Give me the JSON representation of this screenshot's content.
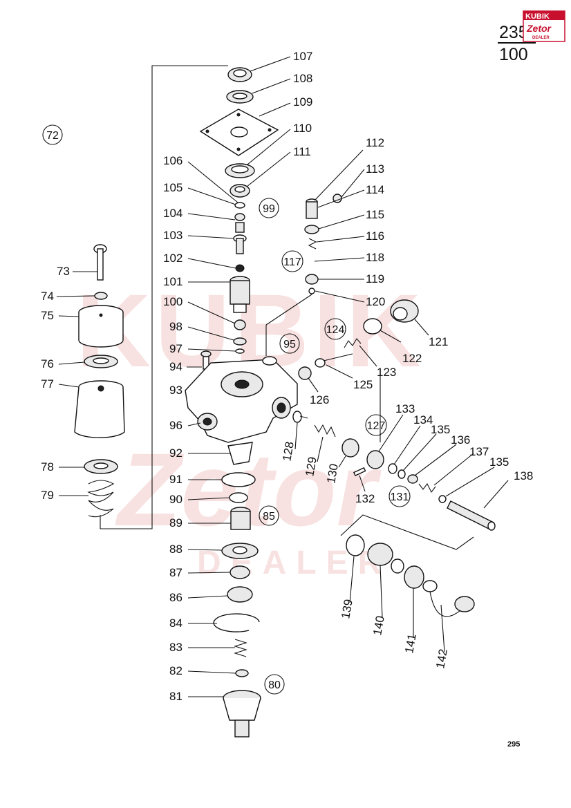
{
  "header": {
    "numerator": "235",
    "denominator": "100"
  },
  "logo": {
    "brand": "KUBIK",
    "subbrand": "Zetor",
    "tagline": "DEALER",
    "brand_color": "#c8102e"
  },
  "watermark": {
    "brand": "KUBIK",
    "subbrand": "Zetor",
    "tagline": "DEALER",
    "color": "#f3c9c9"
  },
  "page_number": "295",
  "labels": [
    "107",
    "108",
    "109",
    "110",
    "111",
    "112",
    "113",
    "114",
    "115",
    "116",
    "118",
    "119",
    "120",
    "106",
    "105",
    "104",
    "103",
    "102",
    "101",
    "100",
    "98",
    "97",
    "94",
    "93",
    "96",
    "92",
    "91",
    "90",
    "89",
    "88",
    "87",
    "86",
    "84",
    "83",
    "82",
    "81",
    "73",
    "74",
    "75",
    "76",
    "77",
    "78",
    "79",
    "121",
    "122",
    "123",
    "125",
    "126",
    "128",
    "129",
    "130",
    "132",
    "133",
    "134",
    "135",
    "136",
    "137",
    "135",
    "138",
    "139",
    "140",
    "141",
    "142"
  ],
  "group_labels": [
    "72",
    "99",
    "117",
    "124",
    "95",
    "127",
    "131",
    "85",
    "80"
  ]
}
